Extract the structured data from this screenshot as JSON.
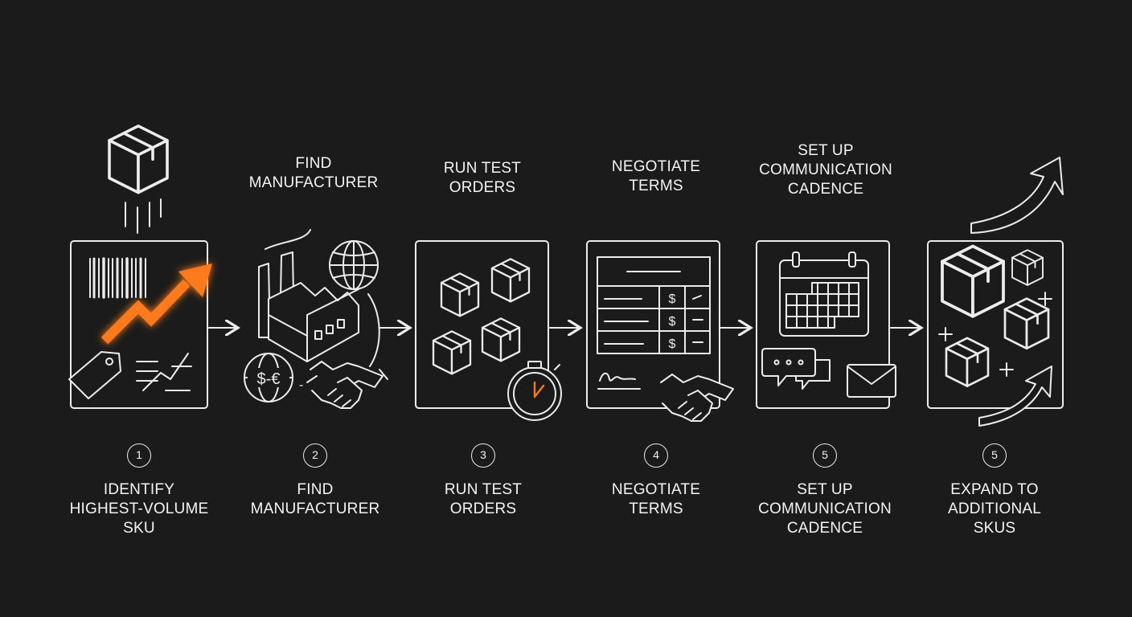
{
  "steps": [
    {
      "number": "1",
      "label": "IDENTIFY\nHIGHEST-VOLUME\nSKU",
      "top_label": ""
    },
    {
      "number": "2",
      "label": "FIND\nMANUFACTURER",
      "top_label": "FIND\nMANUFACTURER"
    },
    {
      "number": "3",
      "label": "RUN TEST\nORDERS",
      "top_label": "RUN TEST\nORDERS"
    },
    {
      "number": "4",
      "label": "NEGOTIATE\nTERMS",
      "top_label": "NEGOTIATE\nTERMS"
    },
    {
      "number": "5",
      "label": "SET UP\nCOMMUNICATION\nCADENCE",
      "top_label": "SET UP\nCOMMUNICATION\nCADENCE"
    },
    {
      "number": "5",
      "label": "EXPAND TO\nADDITIONAL\nSKUS",
      "top_label": ""
    }
  ],
  "icons": {
    "panel1": [
      "package-icon",
      "barcode-icon",
      "trend-arrow-icon",
      "price-tag-icon",
      "mini-chart-icon"
    ],
    "panel2": [
      "factory-icon",
      "globe-icon",
      "currency-exchange-icon",
      "handshake-icon"
    ],
    "panel3": [
      "package-icon",
      "stopwatch-icon"
    ],
    "panel4": [
      "contract-table-icon",
      "signature-icon",
      "handshake-icon"
    ],
    "panel5": [
      "calendar-icon",
      "chat-bubbles-icon",
      "envelope-icon"
    ],
    "panel6": [
      "package-icon",
      "plus-icon",
      "growth-arrow-icon"
    ]
  },
  "glyphs": {
    "currency": "$",
    "currency_pair": "$-€",
    "exchange_dash": "-"
  },
  "colors": {
    "background": "#1b1b1b",
    "line": "#ececec",
    "accent": "#ff7a1a"
  }
}
